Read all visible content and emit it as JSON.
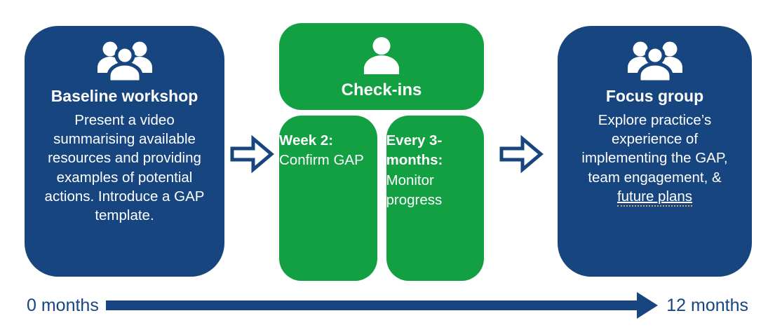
{
  "palette": {
    "navy": "#17457F",
    "green": "#13A043",
    "text_on_boxes": "#FFFFFF",
    "underline_dotted": "#C9A961"
  },
  "stages": {
    "baseline": {
      "icon": "people-group-icon",
      "title": "Baseline workshop",
      "body": "Present a video summarising available resources and providing examples of potential actions. Introduce a GAP template."
    },
    "checkins": {
      "icon": "person-icon",
      "title": "Check-ins",
      "items": [
        {
          "lead": "Week 2:",
          "body": "Confirm GAP"
        },
        {
          "lead": "Every 3-months:",
          "body": "Monitor progress"
        }
      ]
    },
    "focus": {
      "icon": "people-group-icon",
      "title": "Focus group",
      "body_before": "Explore practice’s experience of implementing the GAP, team engagement, & ",
      "body_underlined": "future plans"
    }
  },
  "connectors": {
    "between_boxes": "arrow-right-icon"
  },
  "timeline": {
    "start_label": "0 months",
    "end_label": "12 months"
  }
}
